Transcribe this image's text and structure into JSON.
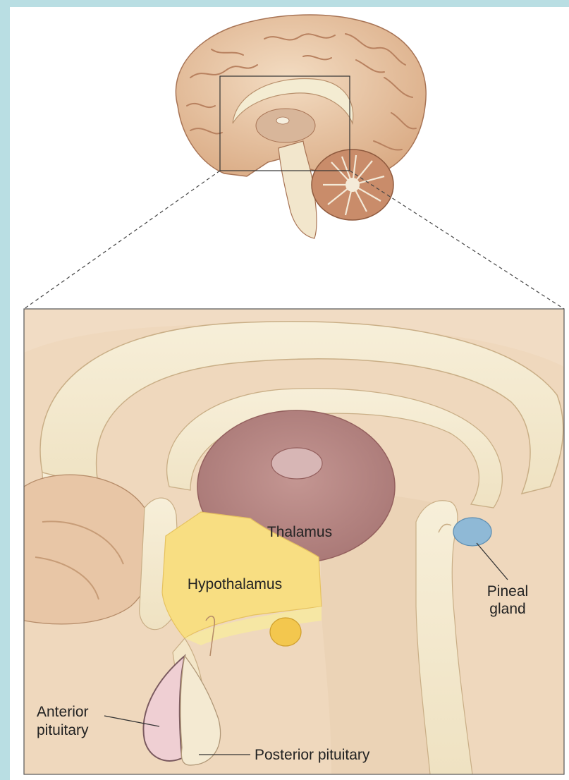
{
  "labels": {
    "thalamus": "Thalamus",
    "hypothalamus": "Hypothalamus",
    "pineal_line1": "Pineal",
    "pineal_line2": "gland",
    "anterior_line1": "Anterior",
    "anterior_line2": "pituitary",
    "posterior": "Posterior pituitary"
  },
  "colors": {
    "background_border": "#b9dee3",
    "brain_tissue": "#e9c9a8",
    "brain_shadow": "#c99a78",
    "pale_tissue": "#f4ecd2",
    "thalamus": "#b98a87",
    "hypothalamus": "#f8de82",
    "pineal_gland": "#8fb9d6",
    "anterior_pituitary": "#efcfd3",
    "mammillary_body": "#f3c74e"
  }
}
